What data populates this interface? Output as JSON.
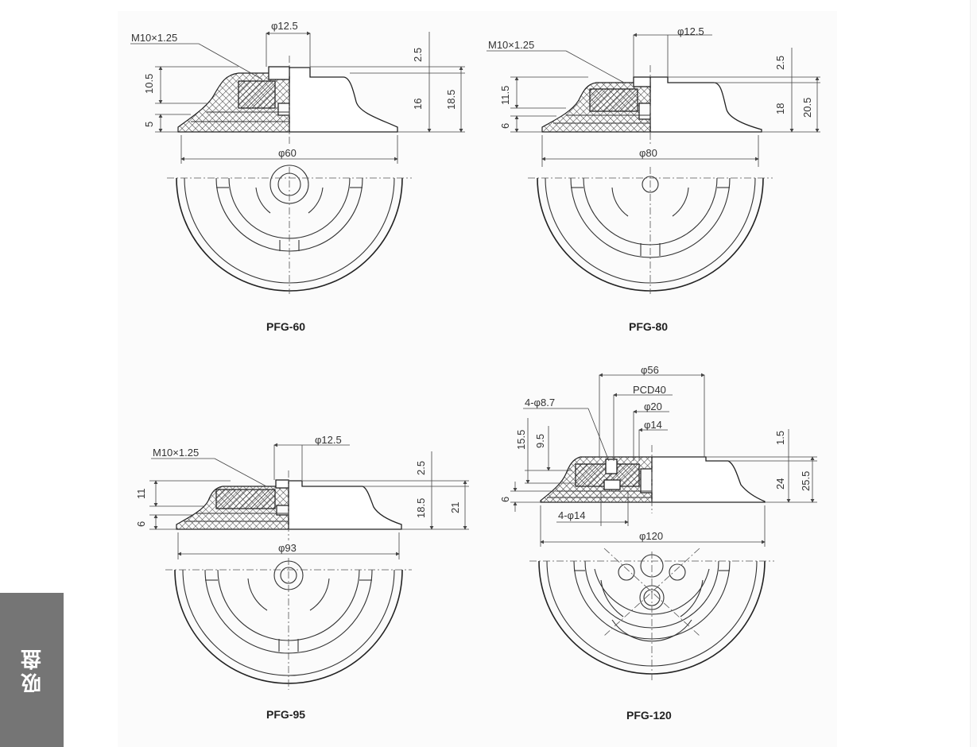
{
  "side_tab": {
    "label": "吸盘",
    "bg": "#757575"
  },
  "captions": {
    "pfg60": "PFG-60",
    "pfg80": "PFG-80",
    "pfg95": "PFG-95",
    "pfg120": "PFG-120"
  },
  "pfg60": {
    "thread": "M10×1.25",
    "top_dia": "φ12.5",
    "h_top": "2.5",
    "h_body": "16",
    "h_total": "18.5",
    "h_left_a": "10.5",
    "h_left_b": "5",
    "dia": "φ60"
  },
  "pfg80": {
    "thread": "M10×1.25",
    "top_dia": "φ12.5",
    "h_top": "2.5",
    "h_body": "18",
    "h_total": "20.5",
    "h_left_a": "11.5",
    "h_left_b": "6",
    "dia": "φ80"
  },
  "pfg95": {
    "thread": "M10×1.25",
    "top_dia": "φ12.5",
    "h_top": "2.5",
    "h_body": "18.5",
    "h_total": "21",
    "h_left_a": "11",
    "h_left_b": "6",
    "dia": "φ93"
  },
  "pfg120": {
    "d56": "φ56",
    "pcd": "PCD40",
    "d20": "φ20",
    "d14": "φ14",
    "holes": "4-φ8.7",
    "h155": "15.5",
    "h95": "9.5",
    "h15": "1.5",
    "h24": "24",
    "h255": "25.5",
    "h6": "6",
    "holes2": "4-φ14",
    "dia": "φ120"
  }
}
